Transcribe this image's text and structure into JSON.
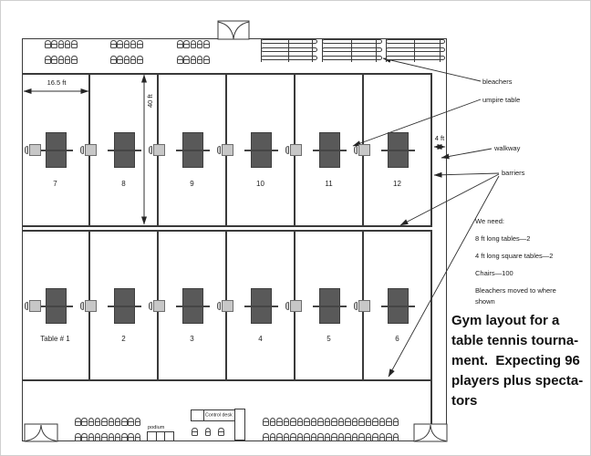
{
  "heading": {
    "lines": [
      "Gym layout for a",
      "table tennis tourna-",
      "ment.  Expecting 96",
      "players plus specta-",
      "tors"
    ]
  },
  "needs": {
    "title": "We need:",
    "items": [
      "8 ft long tables—2",
      "4 ft long square tables—2",
      "Chairs—100",
      "Bleachers moved to where shown"
    ]
  },
  "callouts": {
    "bleachers": "bleachers",
    "umpire_table": "umpire table",
    "walkway": "walkway",
    "barriers": "barriers"
  },
  "dims": {
    "court_width": "16.5 ft",
    "court_height": "40 ft",
    "walkway_width": "4 ft"
  },
  "courts": {
    "top": [
      "7",
      "8",
      "9",
      "10",
      "11",
      "12"
    ],
    "bottom": [
      "Table # 1",
      "2",
      "3",
      "4",
      "5",
      "6"
    ]
  },
  "furniture": {
    "control_desk_label": "Control desk",
    "podium_label": "podium"
  },
  "colors": {
    "table_fill": "#595959",
    "umpire_table_fill": "#c7c7c7",
    "line": "#3a3a3a",
    "text": "#1a1a1a"
  }
}
